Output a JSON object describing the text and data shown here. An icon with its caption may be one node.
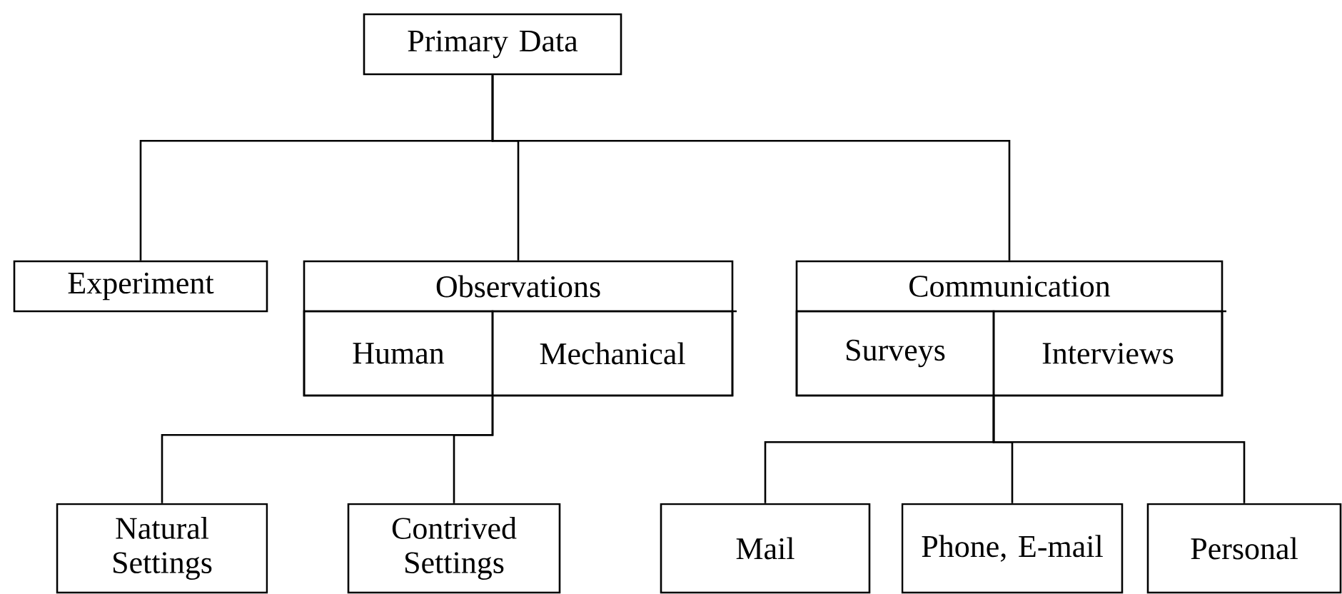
{
  "diagram": {
    "nodes": [
      {
        "text": [
          "Primary Data"
        ]
      },
      {
        "text": [
          "Experiment"
        ]
      },
      {
        "text": [
          "Observations"
        ]
      },
      {
        "text": [
          "Human"
        ],
        "in": 2
      },
      {
        "text": [
          "Mechanical"
        ],
        "in": 2
      },
      {
        "text": [
          "Communication"
        ]
      },
      {
        "text": [
          "Surveys"
        ],
        "in": 5
      },
      {
        "text": [
          "Interviews"
        ],
        "in": 5
      },
      {
        "text": [
          "Natural Settings"
        ]
      },
      {
        "text": [
          "Contrived Settings"
        ]
      },
      {
        "text": [
          "Mail"
        ]
      },
      {
        "text": [
          "Phone, E-mail"
        ]
      },
      {
        "text": [
          "Personal"
        ]
      }
    ],
    "edges": [
      {
        "from": 0,
        "to": 1,
        "arrow": "none"
      },
      {
        "from": 0,
        "to": 2,
        "arrow": "none"
      },
      {
        "from": 0,
        "to": 5,
        "arrow": "none"
      },
      {
        "from": 2,
        "to": 8,
        "arrow": "none"
      },
      {
        "from": 2,
        "to": 9,
        "arrow": "none"
      },
      {
        "from": 5,
        "to": 10,
        "arrow": "none"
      },
      {
        "from": 5,
        "to": 11,
        "arrow": "none"
      },
      {
        "from": 5,
        "to": 12,
        "arrow": "none"
      }
    ]
  }
}
